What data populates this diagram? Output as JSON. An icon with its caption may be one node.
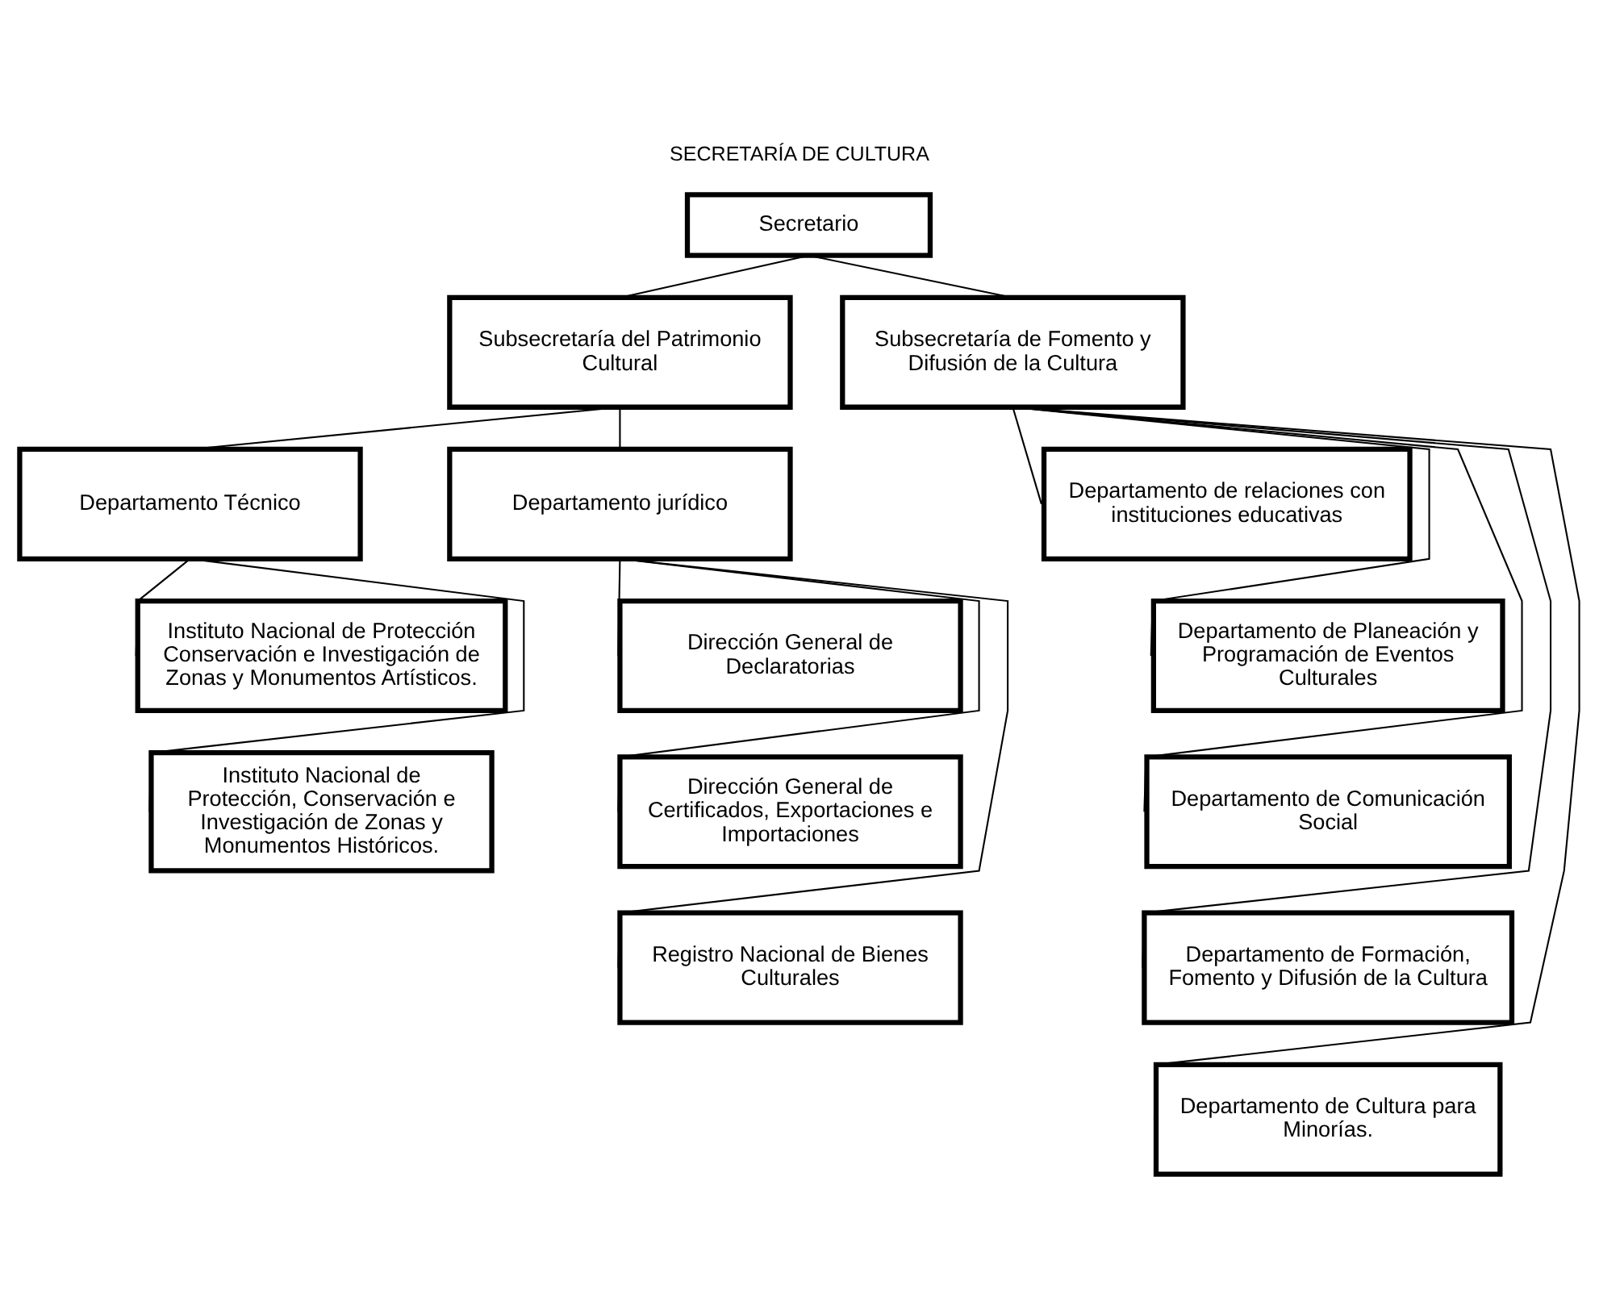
{
  "diagram": {
    "title": "SECRETARÍA DE CULTURA",
    "nodes": [
      {
        "text": [
          "Secretario"
        ]
      },
      {
        "text": [
          "Subsecretaría del Patrimonio Cultural"
        ]
      },
      {
        "text": [
          "Subsecretaría de Fomento y Difusión de la Cultura"
        ]
      },
      {
        "text": [
          "Departamento Técnico"
        ]
      },
      {
        "text": [
          "Departamento jurídico"
        ]
      },
      {
        "text": [
          "Instituto Nacional de Protección Conservación e Investigación de Zonas y Monumentos Artísticos."
        ]
      },
      {
        "text": [
          "Instituto Nacional de Protección, Conservación e Investigación de Zonas y Monumentos Históricos."
        ]
      },
      {
        "text": [
          "Dirección General de Declaratorias"
        ]
      },
      {
        "text": [
          "Dirección General de Certificados, Exportaciones e Importaciones"
        ]
      },
      {
        "text": [
          "Registro Nacional de Bienes Culturales"
        ]
      },
      {
        "text": [
          "Departamento de relaciones con instituciones educativas"
        ]
      },
      {
        "text": [
          "Departamento de Planeación y Programación de Eventos Culturales"
        ]
      },
      {
        "text": [
          "Departamento de Comunicación Social"
        ]
      },
      {
        "text": [
          "Departamento de Formación, Fomento y Difusión de la Cultura"
        ]
      },
      {
        "text": [
          "Departamento de Cultura para Minorías."
        ]
      }
    ],
    "edges": [
      {
        "from": 0,
        "to": 1,
        "arrow": "none"
      },
      {
        "from": 0,
        "to": 2,
        "arrow": "none"
      },
      {
        "from": 1,
        "to": 3,
        "arrow": "none"
      },
      {
        "from": 1,
        "to": 4,
        "arrow": "none"
      },
      {
        "from": 3,
        "to": 5,
        "arrow": "none"
      },
      {
        "from": 3,
        "to": 6,
        "arrow": "none"
      },
      {
        "from": 4,
        "to": 7,
        "arrow": "none"
      },
      {
        "from": 4,
        "to": 8,
        "arrow": "none"
      },
      {
        "from": 4,
        "to": 9,
        "arrow": "none"
      },
      {
        "from": 2,
        "to": 10,
        "arrow": "none"
      },
      {
        "from": 2,
        "to": 11,
        "arrow": "none"
      },
      {
        "from": 2,
        "to": 12,
        "arrow": "none"
      },
      {
        "from": 2,
        "to": 13,
        "arrow": "none"
      },
      {
        "from": 2,
        "to": 14,
        "arrow": "none"
      }
    ]
  }
}
